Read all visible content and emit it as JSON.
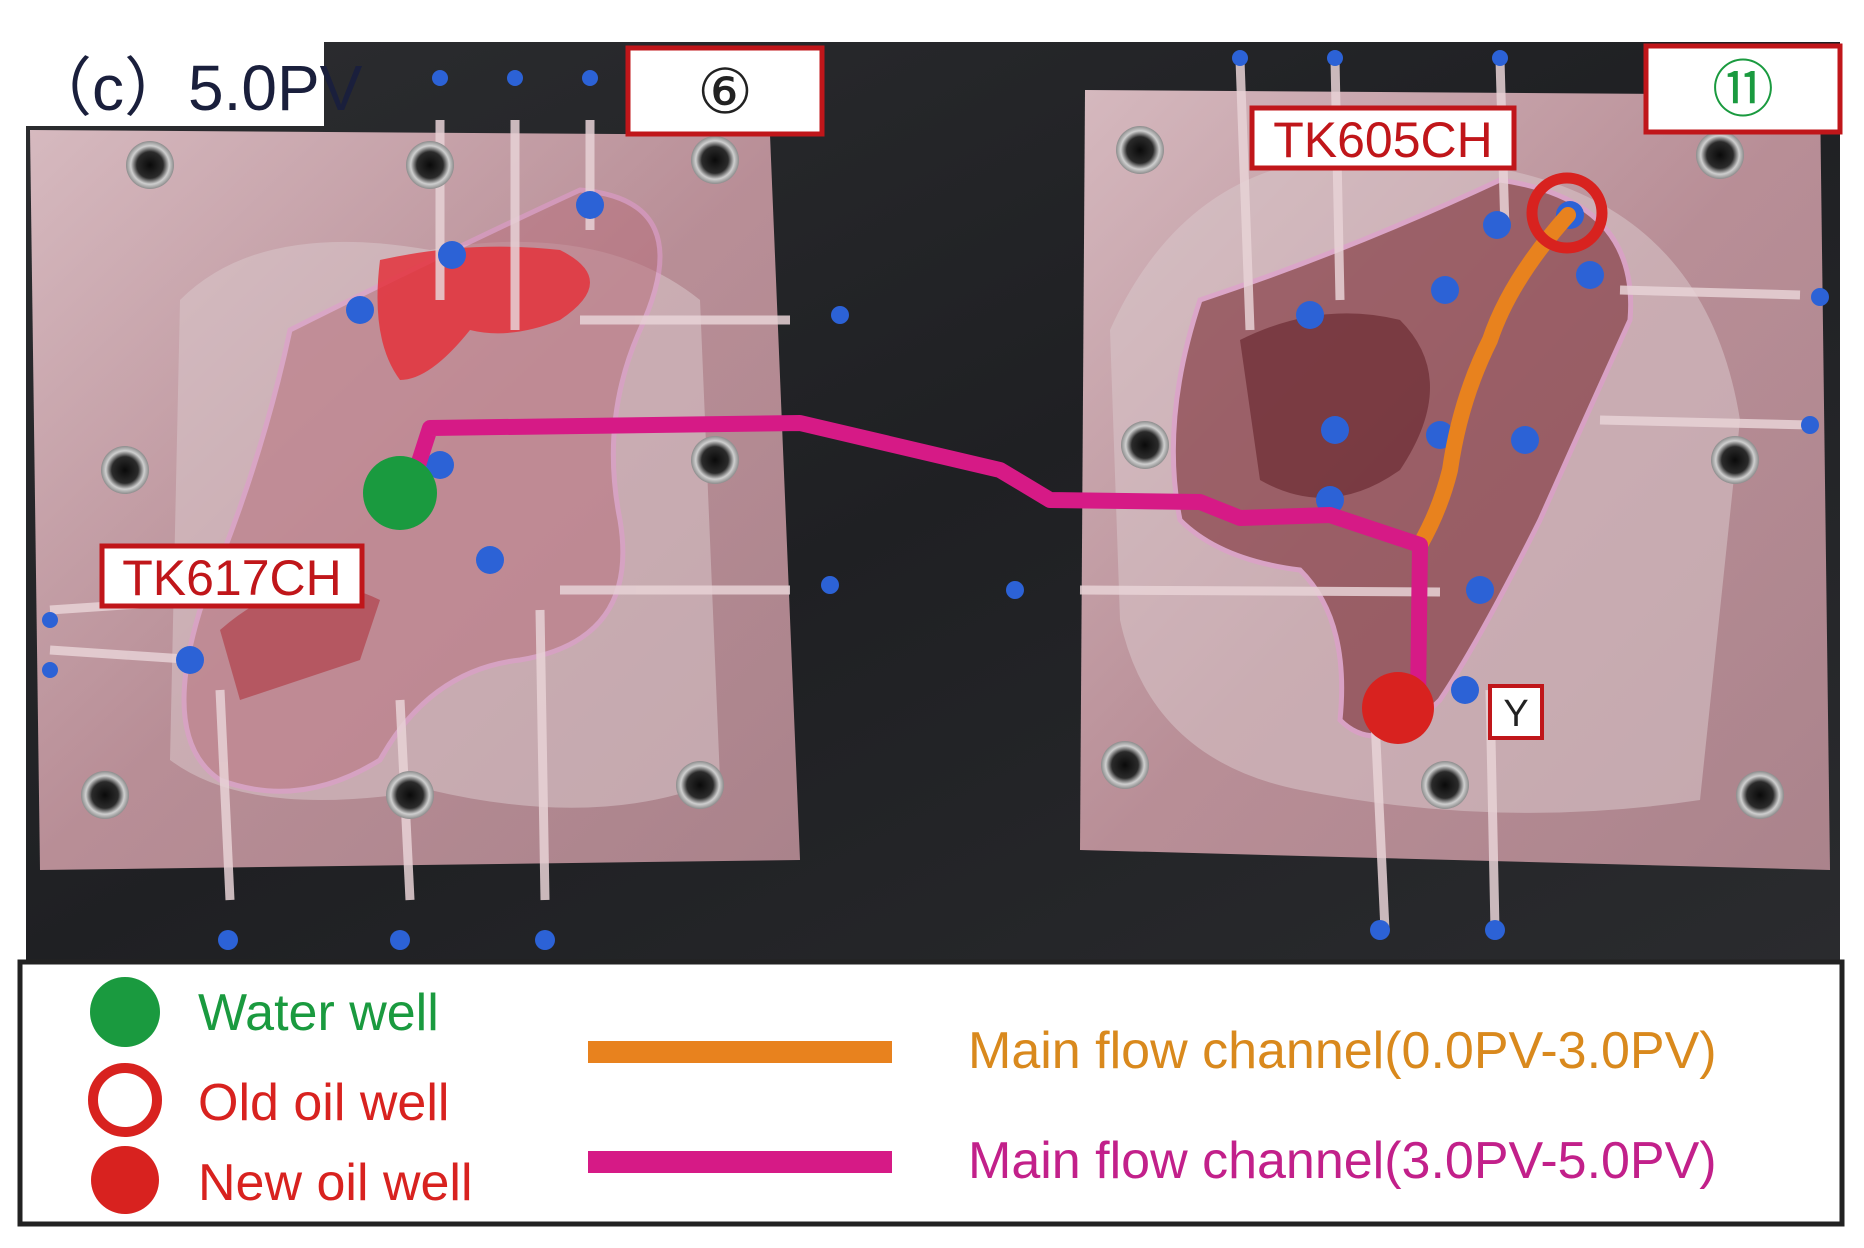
{
  "panel_label": "（c）5.0PV",
  "photo": {
    "model_left": {
      "number_label": "⑥",
      "well_label": "TK617CH"
    },
    "model_right": {
      "number_label": "⑪",
      "well_label": "TK605CH",
      "marker_label": "Y"
    }
  },
  "legend": {
    "water_well": "Water  well",
    "old_oil_well": "Old oil  well",
    "new_oil_well": "New oil well",
    "channel_early": "Main  flow  channel(0.0PV-3.0PV)",
    "channel_late": "Main  flow  channel(3.0PV-5.0PV)"
  },
  "colors": {
    "water_well": "#1a9a3f",
    "oil_well": "#d8221f",
    "channel_early": "#e8821e",
    "channel_late": "#d61a86",
    "label_border": "#c0161a",
    "channel_early_text": "#d9891d",
    "channel_late_text": "#c2208a"
  }
}
